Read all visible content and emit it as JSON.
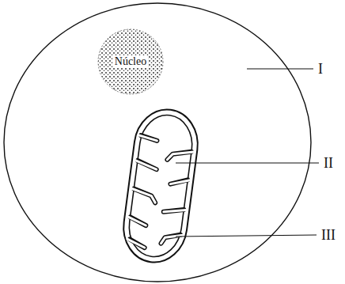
{
  "diagram": {
    "nodes": [
      {
        "text": [
          "Núcleo"
        ]
      }
    ],
    "labels": [
      "I",
      "II",
      "III"
    ]
  }
}
